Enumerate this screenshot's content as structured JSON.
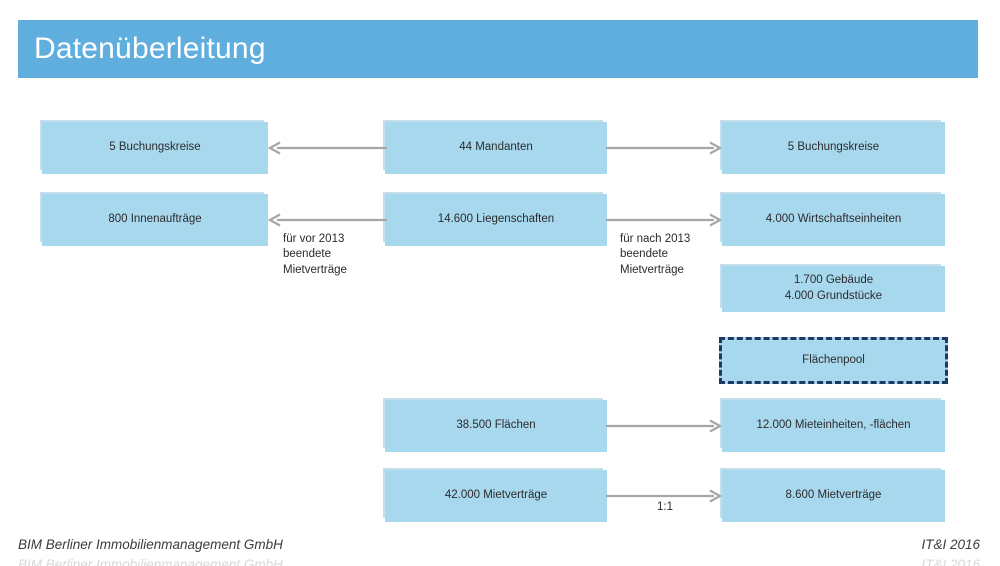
{
  "slide": {
    "title": "Datenüberleitung",
    "banner_color": "#5FAEDE",
    "box_fill": "#A8D8EE",
    "dashed_border_color": "#1F3864",
    "arrow_color": "#A6A6A6"
  },
  "nodes": {
    "left_col": [
      {
        "id": "buchungskreise-left",
        "label": "5 Buchungskreise"
      },
      {
        "id": "innenauftraege",
        "label": "800 Innenaufträge"
      }
    ],
    "middle_col": [
      {
        "id": "mandanten",
        "label": "44 Mandanten"
      },
      {
        "id": "liegenschaften",
        "label": "14.600 Liegenschaften"
      },
      {
        "id": "flaechen",
        "label": "38.500 Flächen"
      },
      {
        "id": "mietvertraege-source",
        "label": "42.000 Mietverträge"
      }
    ],
    "right_col": [
      {
        "id": "buchungskreise-right",
        "label": "5 Buchungskreise"
      },
      {
        "id": "wirtschaftseinheiten",
        "label": "4.000 Wirtschaftseinheiten"
      },
      {
        "id": "gebaeude-grundstuecke",
        "label_line1": "1.700 Gebäude",
        "label_line2": "4.000 Grundstücke"
      },
      {
        "id": "flaechenpool",
        "label": "Flächenpool"
      },
      {
        "id": "mieteinheiten",
        "label": "12.000 Mieteinheiten, -flächen"
      },
      {
        "id": "mietvertraege-target",
        "label": "8.600 Mietverträge"
      }
    ]
  },
  "annotations": {
    "left_note": "für vor 2013\nbeendete\nMietverträge",
    "right_note": "für nach 2013\nbeendete\nMietverträge",
    "ratio_label": "1:1"
  },
  "footer": {
    "left": "BIM Berliner Immobilienmanagement GmbH",
    "right": "IT&I 2016"
  }
}
